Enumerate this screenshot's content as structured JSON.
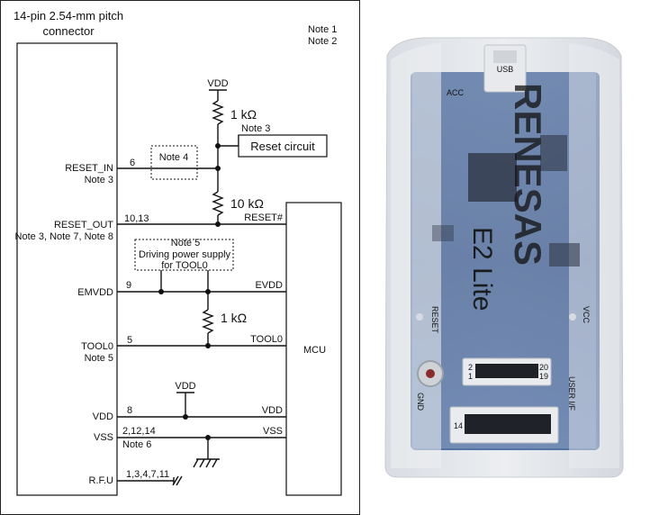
{
  "connector": {
    "title_line1": "14-pin 2.54-mm pitch",
    "title_line2": "connector"
  },
  "notes_top": {
    "line1": "Note 1",
    "line2": "Note 2"
  },
  "signals": {
    "reset_in": {
      "label": "RESET_IN",
      "note": "Note 3",
      "pin": "6"
    },
    "reset_out": {
      "label": "RESET_OUT",
      "note": "Note 3, Note 7, Note 8",
      "pin": "10,13",
      "mcu_label": "RESET#"
    },
    "emvdd": {
      "label": "EMVDD",
      "pin": "9",
      "mcu_label": "EVDD"
    },
    "tool0": {
      "label": "TOOL0",
      "note": "Note 5",
      "pin": "5",
      "mcu_label": "TOOL0"
    },
    "vdd": {
      "label": "VDD",
      "pin": "8",
      "mcu_label": "VDD"
    },
    "vss": {
      "label": "VSS",
      "pin": "2,12,14",
      "note": "Note 6",
      "mcu_label": "VSS"
    },
    "rfu": {
      "label": "R.F.U",
      "pin": "1,3,4,7,11"
    }
  },
  "components": {
    "vdd_top": "VDD",
    "vdd_bottom": "VDD",
    "r1": "1 kΩ",
    "r2": "10 kΩ",
    "r3": "1 kΩ",
    "reset_circuit": "Reset circuit",
    "reset_circuit_note": "Note 3",
    "note4": "Note 4",
    "note5_title": "Note 5",
    "note5_line1": "Driving power supply",
    "note5_line2": "for TOOL0",
    "mcu": "MCU"
  },
  "photo": {
    "brand": "RENESAS",
    "product": "E2 Lite",
    "usb": "USB",
    "acc": "ACC",
    "reset": "RESET",
    "vcc": "VCC",
    "gnd": "GND",
    "user_if": "USER I/F",
    "header_pins_left": "2\n1",
    "header_pins_right": "20\n19",
    "header2_pins": "14"
  },
  "colors": {
    "board": "#2e4e86",
    "shell": "#e3e5e8",
    "ink": "#111111"
  }
}
